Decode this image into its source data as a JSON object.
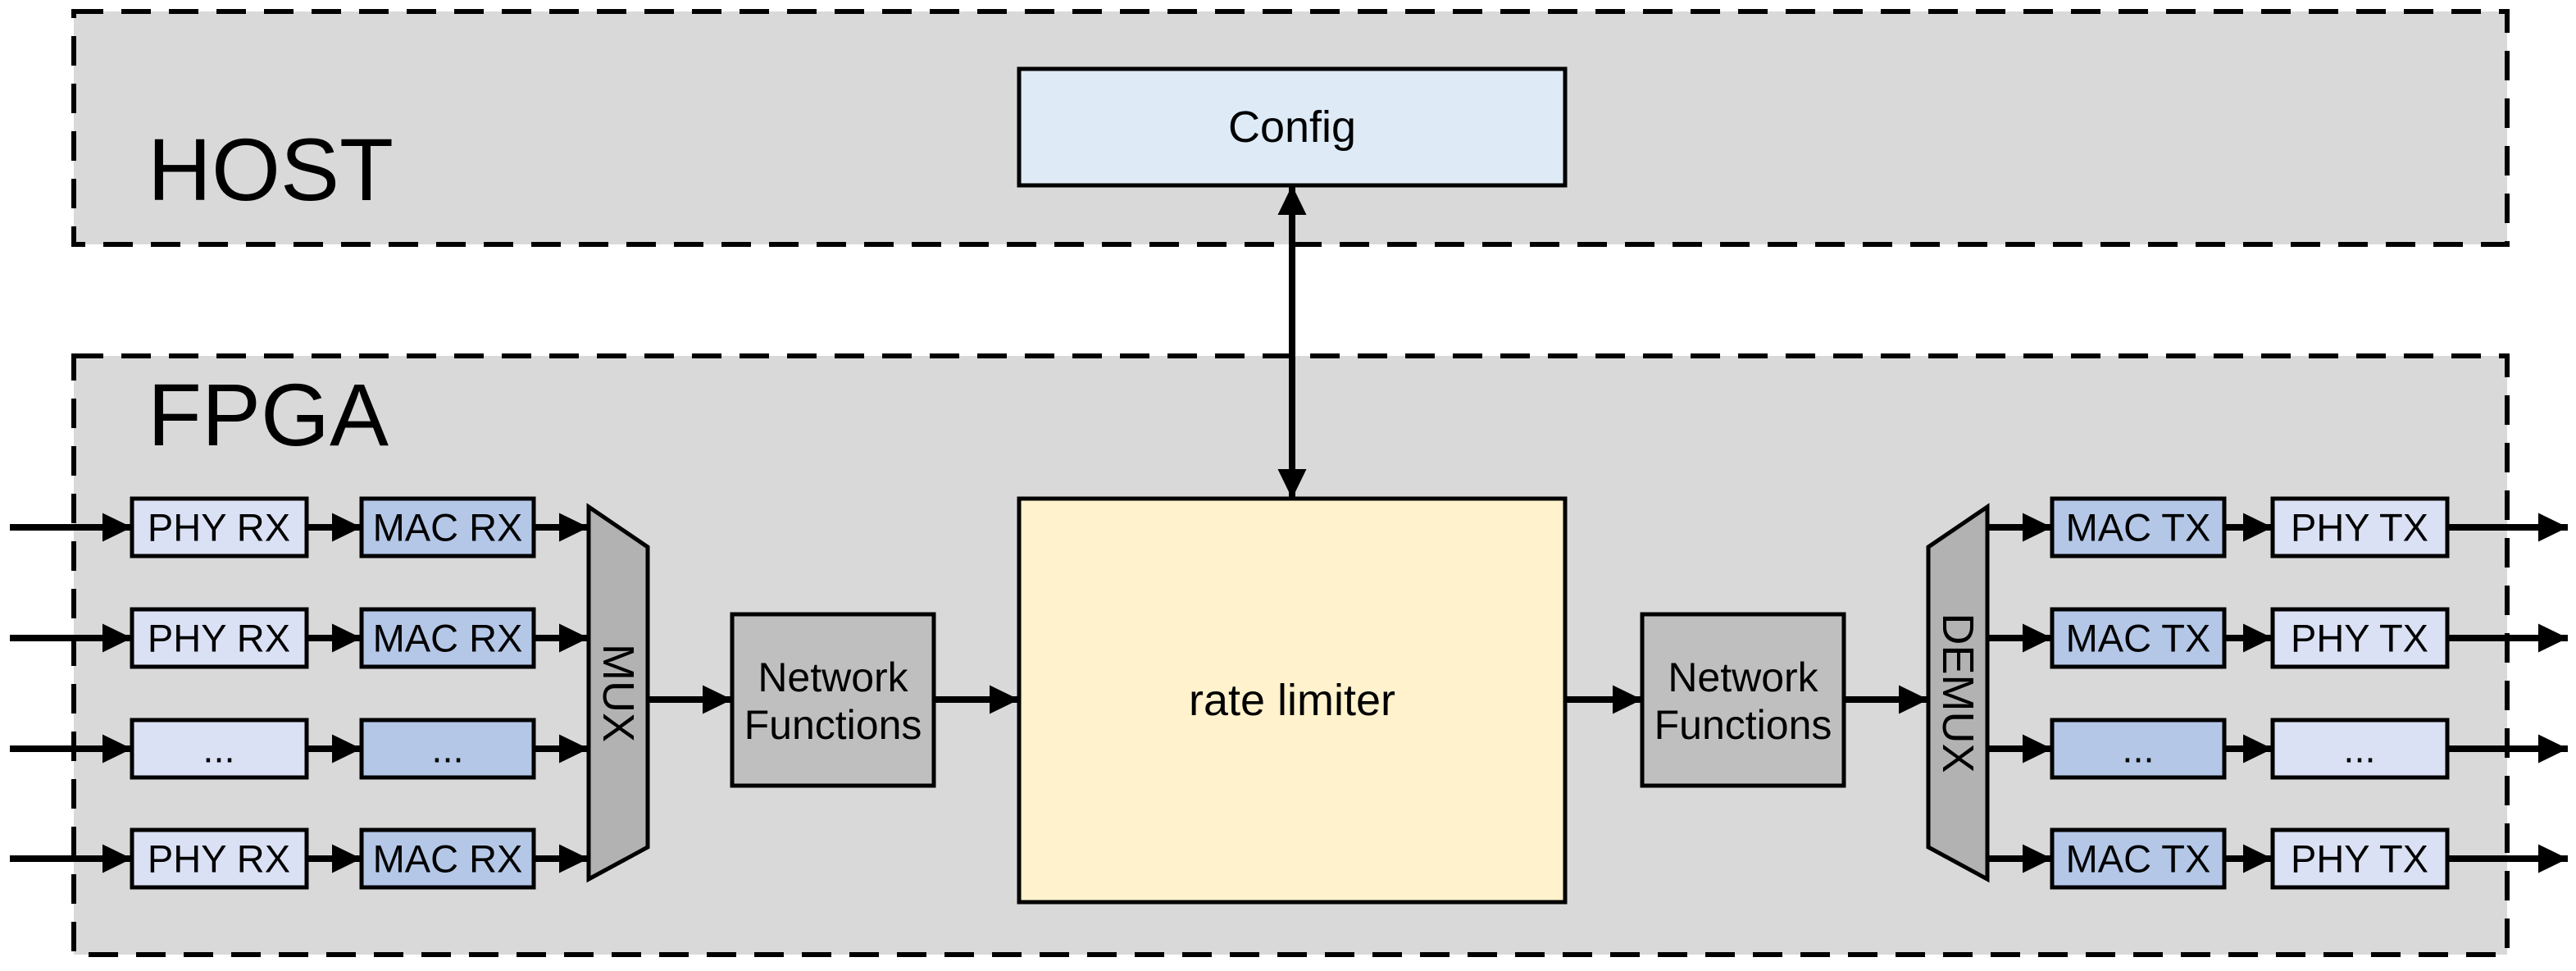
{
  "host": {
    "label": "HOST"
  },
  "fpga": {
    "label": "FPGA"
  },
  "config": {
    "label": "Config"
  },
  "rate_limiter": {
    "label": "rate limiter"
  },
  "mux": {
    "label": "MUX"
  },
  "demux": {
    "label": "DEMUX"
  },
  "network_functions_left": {
    "line1": "Network",
    "line2": "Functions"
  },
  "network_functions_right": {
    "line1": "Network",
    "line2": "Functions"
  },
  "rx_rows": [
    {
      "phy": "PHY RX",
      "mac": "MAC RX"
    },
    {
      "phy": "PHY RX",
      "mac": "MAC RX"
    },
    {
      "phy": "...",
      "mac": "..."
    },
    {
      "phy": "PHY RX",
      "mac": "MAC RX"
    }
  ],
  "tx_rows": [
    {
      "mac": "MAC TX",
      "phy": "PHY TX"
    },
    {
      "mac": "MAC TX",
      "phy": "PHY TX"
    },
    {
      "mac": "...",
      "phy": "..."
    },
    {
      "mac": "MAC TX",
      "phy": "PHY TX"
    }
  ],
  "colors": {
    "panel_fill": "#d9d9d9",
    "config_fill": "#deebf7",
    "phy_fill": "#dbe1f4",
    "mac_fill": "#b4c7e7",
    "nf_fill": "#bfbfbf",
    "mux_fill": "#b2b2b2",
    "rate_limiter_fill": "#fff2cc"
  }
}
